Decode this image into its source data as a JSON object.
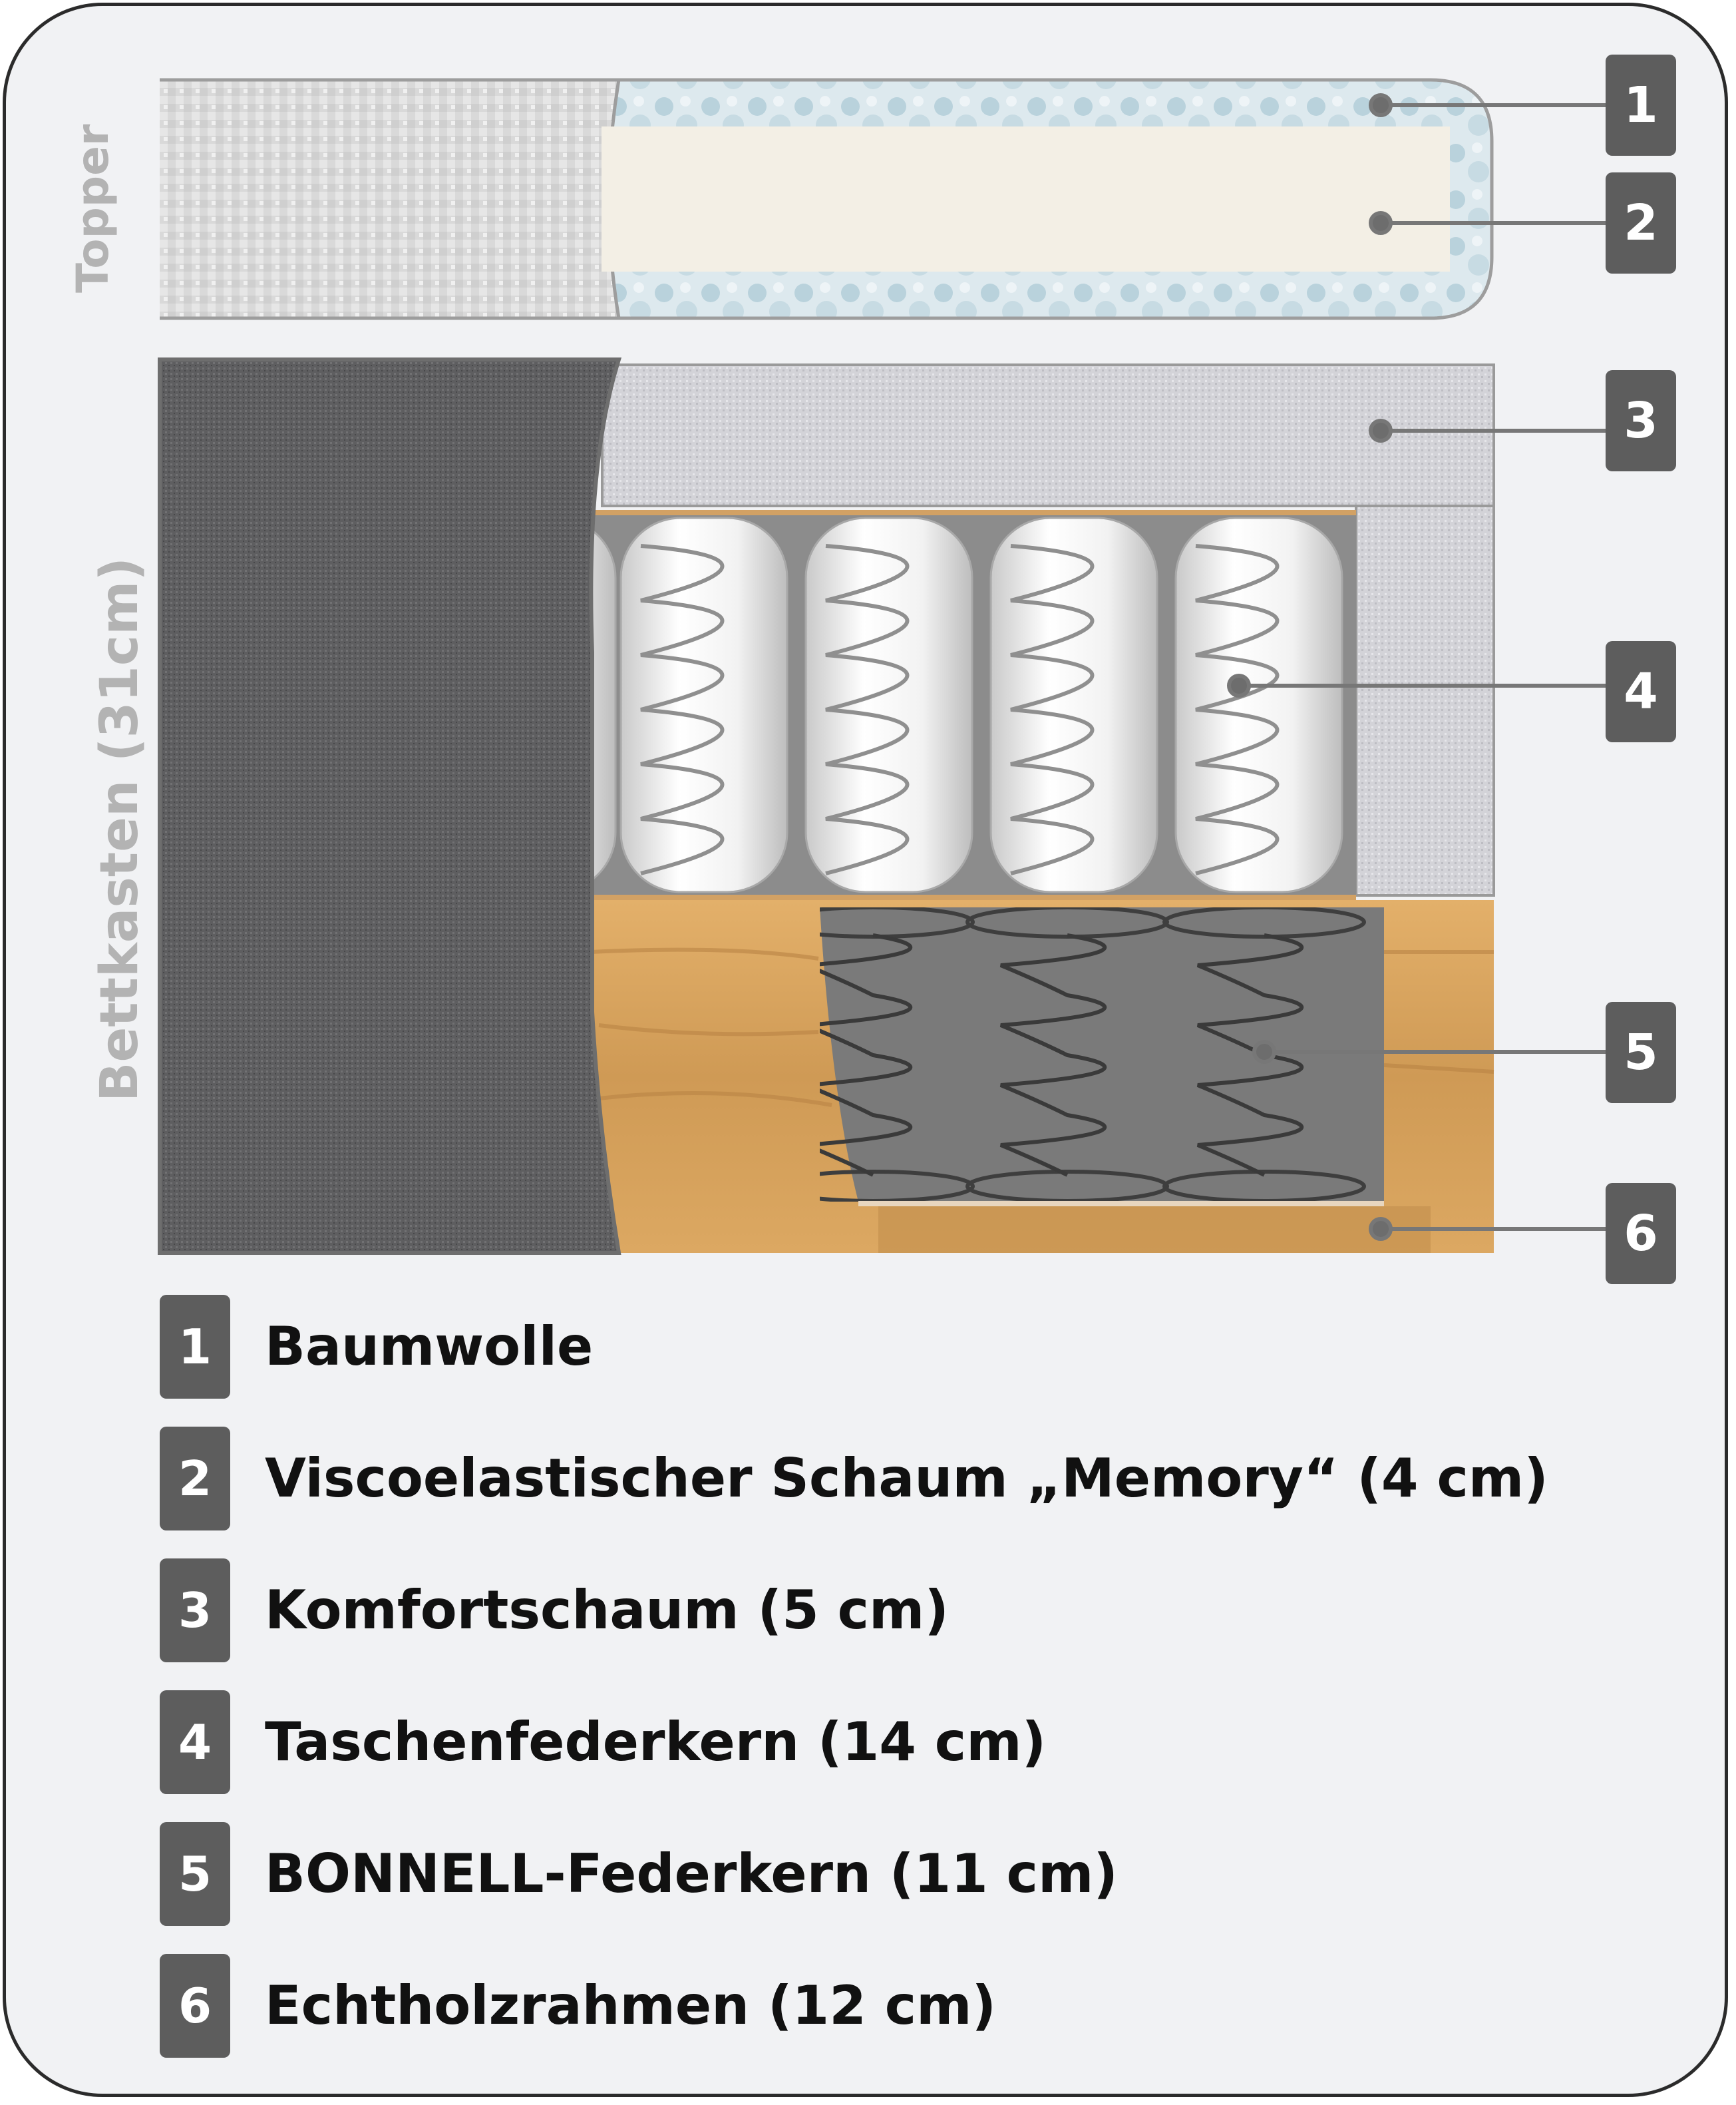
{
  "side_labels": {
    "topper": "Topper",
    "bettkasten": "Bettkasten (31cm)"
  },
  "callouts": [
    "1",
    "2",
    "3",
    "4",
    "5",
    "6"
  ],
  "legend": [
    {
      "number": "1",
      "label": "Baumwolle"
    },
    {
      "number": "2",
      "label": "Viscoelastischer Schaum „Memory“ (4 cm)"
    },
    {
      "number": "3",
      "label": "Komfortschaum (5 cm)"
    },
    {
      "number": "4",
      "label": "Taschenfederkern (14 cm)"
    },
    {
      "number": "5",
      "label": "BONNELL-Federkern (11 cm)"
    },
    {
      "number": "6",
      "label": "Echtholzrahmen (12 cm)"
    }
  ],
  "colors": {
    "background": "#f1f2f4",
    "badge": "#5d5d5d",
    "frame_border": "#2b2b2b",
    "side_label": "#b3b3b3",
    "cover_fabric": "#dcdcdc",
    "cotton": "#c8dbe3",
    "memory_foam": "#f3efe6",
    "comfort_foam": "#cfcfd4",
    "pocket_spring": "#f4f4f4",
    "bonnell_spring": "#7b7b7b",
    "wood_frame": "#d7a35e",
    "box_fabric": "#5f5f61"
  }
}
